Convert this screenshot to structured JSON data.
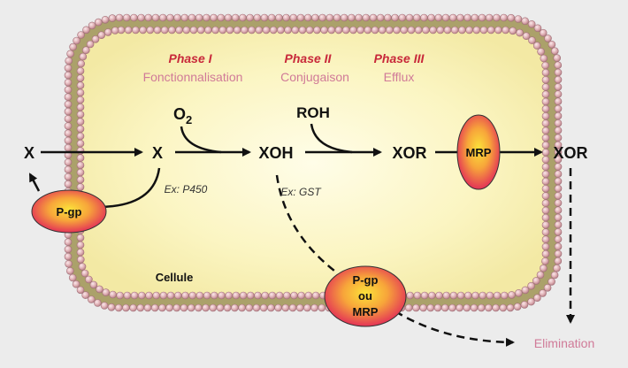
{
  "phases": [
    {
      "title": "Phase I",
      "subtitle": "Fonctionnalisation"
    },
    {
      "title": "Phase II",
      "subtitle": "Conjugaison"
    },
    {
      "title": "Phase III",
      "subtitle": "Efflux"
    }
  ],
  "species": {
    "x_outside": "X",
    "x_inside": "X",
    "xoh": "XOH",
    "xor_inside": "XOR",
    "xor_outside": "XOR"
  },
  "cofactors": {
    "o2_base": "O",
    "o2_sub": "2",
    "roh": "ROH"
  },
  "examples": {
    "phase1": "Ex: P450",
    "phase2": "Ex: GST"
  },
  "transporters": {
    "pgp": "P-gp",
    "mrp": "MRP",
    "bottom_line1": "P-gp",
    "bottom_line2": "ou",
    "bottom_line3": "MRP"
  },
  "cell_label": "Cellule",
  "elimination_label": "Elimination",
  "colors": {
    "background": "#ececec",
    "cytoplasm": "#fbf6c4",
    "membrane_core": "#aba16a",
    "lipid_bead": "#dfb5b9",
    "phase_title": "#c8283a",
    "phase_subtitle": "#d07a98",
    "transporter_center": "#f8d335",
    "transporter_edge": "#e01e5c"
  }
}
